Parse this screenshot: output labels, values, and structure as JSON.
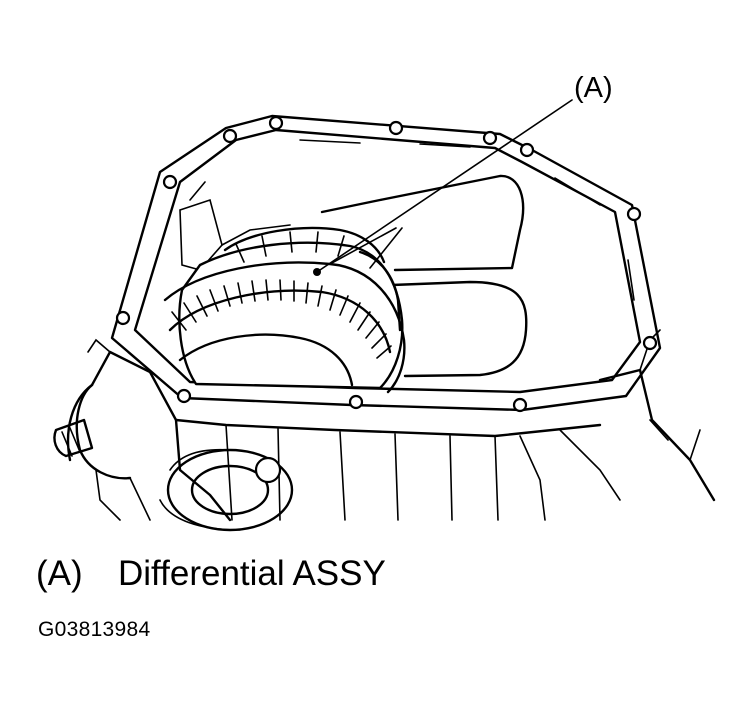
{
  "diagram": {
    "callout_label": "(A)",
    "legend": [
      {
        "key": "(A)",
        "text": "Differential ASSY"
      }
    ],
    "figure_code": "G03813984"
  }
}
